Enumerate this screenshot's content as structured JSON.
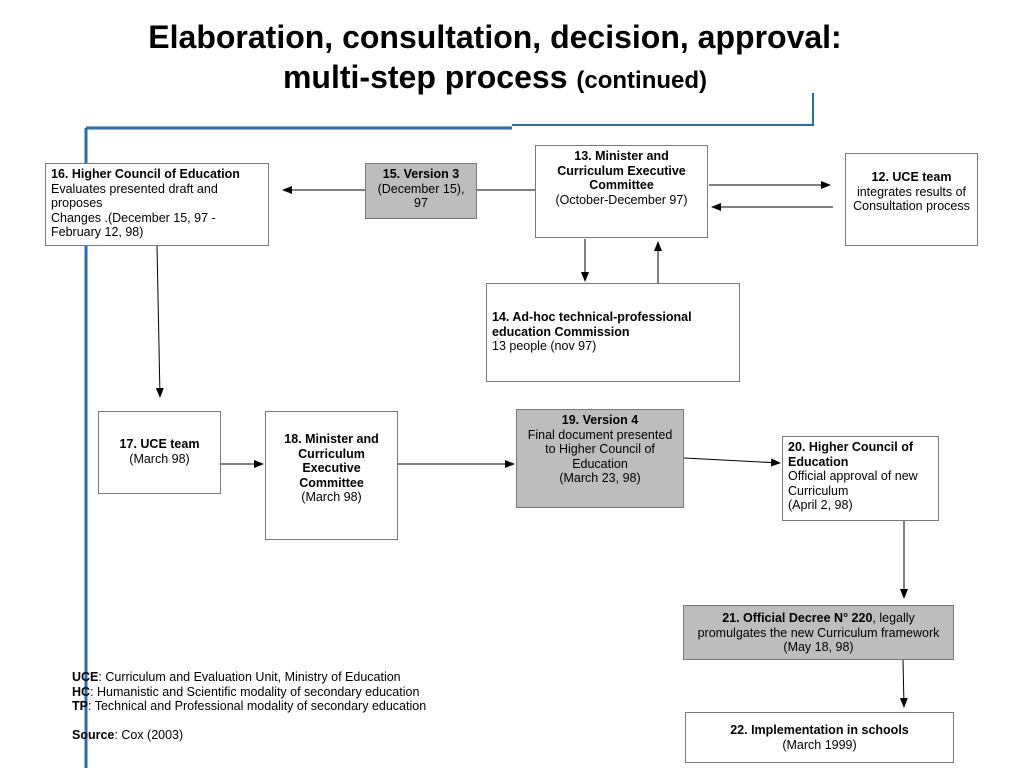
{
  "title": {
    "line1": "Elaboration, consultation, decision, approval:",
    "line2_main": "multi-step process",
    "line2_sub": "(continued)"
  },
  "boxes": {
    "b16": {
      "heading": "16. Higher Council of Education",
      "body": "Evaluates presented draft and proposes",
      "body2": "Changes .(December 15, 97 - February 12, 98)"
    },
    "b15": {
      "heading": "15. Version 3",
      "body": "(December 15), 97"
    },
    "b13": {
      "heading": "13. Minister and Curriculum Executive Committee",
      "body": "(October-December 97)"
    },
    "b12": {
      "heading": "12. UCE team",
      "body": "integrates results of Consultation process"
    },
    "b14": {
      "heading": "14. Ad-hoc technical-professional education Commission",
      "body": "13 people (nov 97)"
    },
    "b17": {
      "heading": "17. UCE team",
      "body": "(March 98)"
    },
    "b18": {
      "heading": "18. Minister and Curriculum Executive Committee",
      "body": "(March 98)"
    },
    "b19": {
      "heading": "19. Version 4",
      "body": "Final document presented to Higher Council of Education",
      "body2": "(March 23, 98)"
    },
    "b20": {
      "heading": "20. Higher Council of Education",
      "body": "Official approval of new Curriculum",
      "body2": "(April 2, 98)"
    },
    "b21": {
      "heading": "21. Official Decree N° 220",
      "body": ", legally promulgates the new Curriculum framework",
      "body2": "(May 18, 98)"
    },
    "b22": {
      "heading": "22. Implementation in schools",
      "body": "(March 1999)"
    }
  },
  "legend": {
    "uce_abbr": "UCE",
    "uce_text": ": Curriculum and Evaluation Unit, Ministry of Education",
    "hc_abbr": "HC",
    "hc_text": ": Humanistic and Scientific modality of secondary education",
    "tp_abbr": "TP",
    "tp_text": ": Technical and Professional modality of secondary education",
    "source_label": "Source",
    "source_text": ": Cox (2003)"
  },
  "colors": {
    "accent_line": "#2b6cb0",
    "shaded_box": "#bdbdbd",
    "arrow": "#000000"
  }
}
